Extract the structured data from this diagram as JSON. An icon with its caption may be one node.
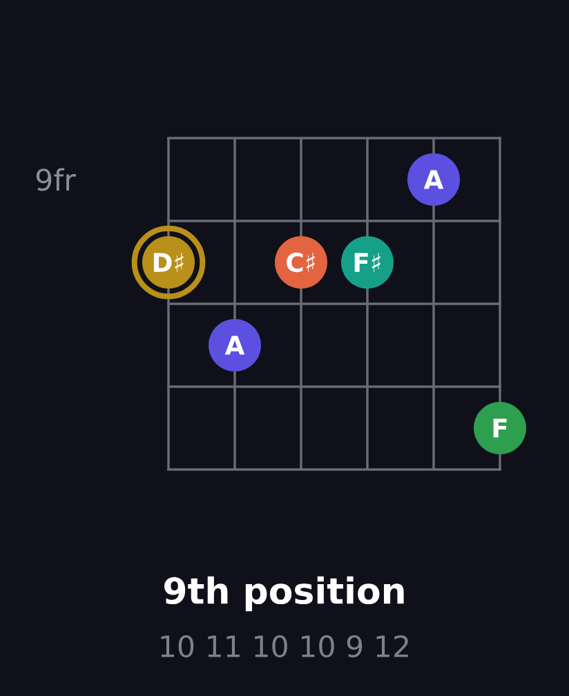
{
  "diagram": {
    "title": "9th position",
    "nodes": [
      {
        "text": [
          "A"
        ]
      },
      {
        "text": [
          "D♯"
        ]
      },
      {
        "text": [
          "C♯"
        ]
      },
      {
        "text": [
          "F♯"
        ]
      },
      {
        "text": [
          "A"
        ]
      },
      {
        "text": [
          "F"
        ]
      }
    ],
    "edges": [],
    "labels": [
      "9fr",
      "10 11 10 10 9 12"
    ]
  }
}
